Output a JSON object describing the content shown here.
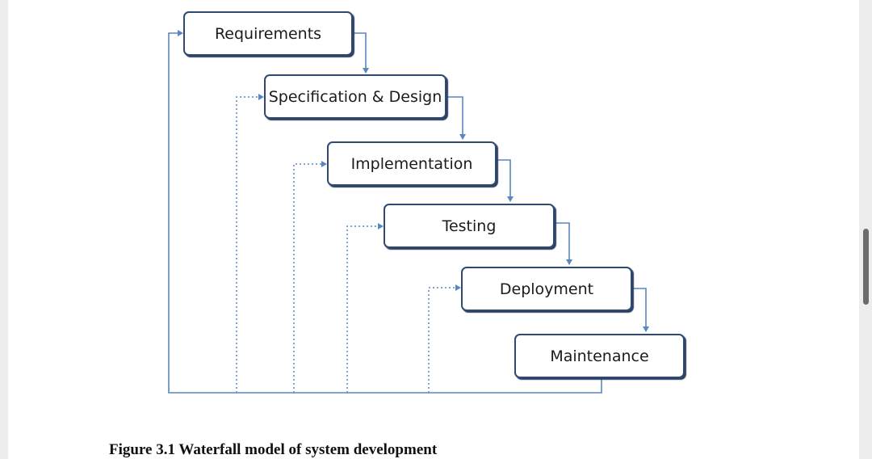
{
  "diagram": {
    "stages": [
      {
        "label": "Requirements"
      },
      {
        "label": "Specification & Design"
      },
      {
        "label": "Implementation"
      },
      {
        "label": "Testing"
      },
      {
        "label": "Deployment"
      },
      {
        "label": "Maintenance"
      }
    ],
    "colors": {
      "box_border": "#2e4a73",
      "connector": "#5b86c0"
    }
  },
  "caption": "Figure 3.1 Waterfall model of system development"
}
